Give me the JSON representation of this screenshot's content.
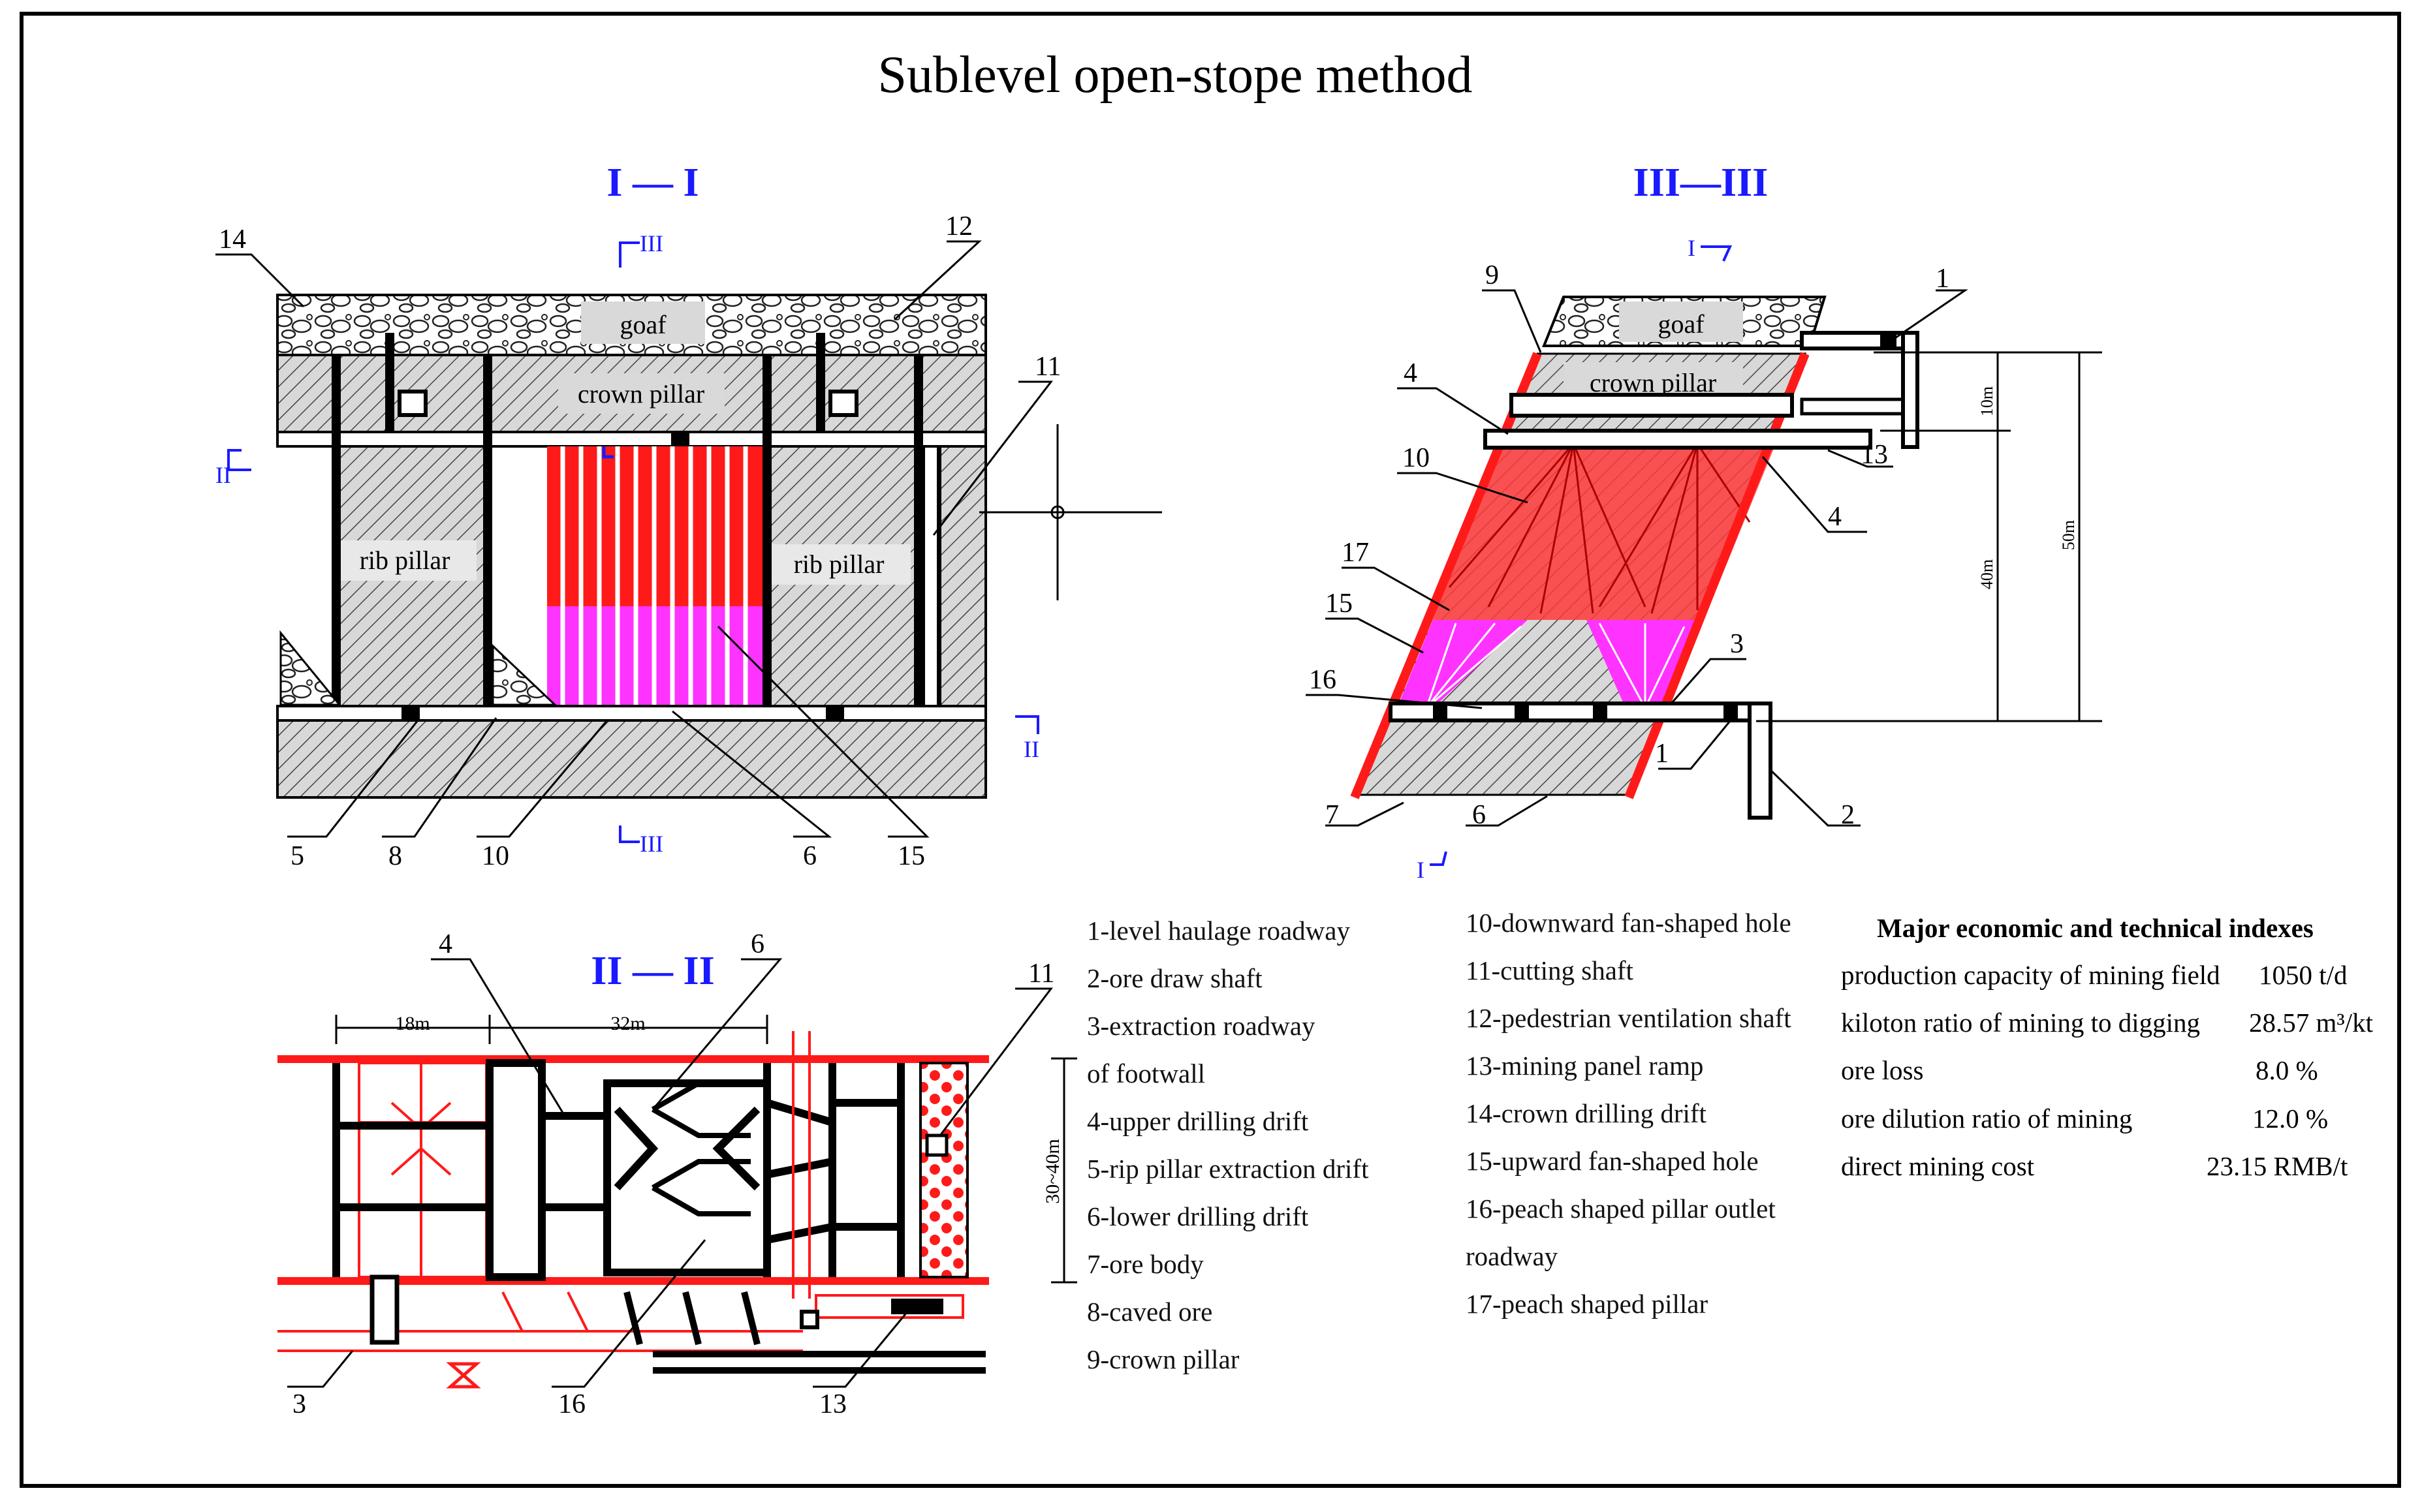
{
  "title": "Sublevel open-stope method",
  "sections": {
    "s1": "I — I",
    "s2": "II — II",
    "s3": "III—III"
  },
  "markers": {
    "m_III_top": "III",
    "m_III_bot": "III",
    "m_II_left": "II",
    "m_II_right": "II",
    "m_I_top": "I",
    "m_I_bot": "I"
  },
  "labels": {
    "goaf": "goaf",
    "crown_pillar": "crown pillar",
    "rib_pillar": "rib pillar"
  },
  "dimensions": {
    "d18": "18m",
    "d32": "32m",
    "d3040": "30~40m",
    "d10": "10m",
    "d40": "40m",
    "d50": "50m"
  },
  "callouts": {
    "c14": "14",
    "c12": "12",
    "c11a": "11",
    "c5": "5",
    "c8": "8",
    "c10a": "10",
    "c6a": "6",
    "c15a": "15",
    "c9": "9",
    "c1a": "1",
    "c4a": "4",
    "c10b": "10",
    "c13a": "13",
    "c4b": "4",
    "c17": "17",
    "c15b": "15",
    "c3a": "3",
    "c16a": "16",
    "c1b": "1",
    "c7": "7",
    "c6b": "6",
    "c2": "2",
    "c4c": "4",
    "c6c": "6",
    "c11b": "11",
    "c3b": "3",
    "c16b": "16",
    "c13b": "13"
  },
  "legend_left": [
    "1-level haulage roadway",
    "2-ore draw shaft",
    "3-extraction roadway",
    "of  footwall",
    "4-upper drilling drift",
    "5-rip pillar extraction drift",
    "6-lower drilling drift",
    "7-ore body",
    "8-caved ore",
    "9-crown pillar"
  ],
  "legend_right": [
    "10-downward fan-shaped hole",
    "11-cutting shaft",
    "12-pedestrian ventilation shaft",
    "13-mining panel ramp",
    "14-crown drilling drift",
    "15-upward fan-shaped hole",
    "16-peach shaped pillar outlet",
    "roadway",
    "17-peach shaped pillar"
  ],
  "indexes": {
    "heading": "Major economic and technical indexes",
    "rows": [
      {
        "label": "production capacity of mining field",
        "value": "1050 t/d"
      },
      {
        "label": "kiloton ratio of mining to digging",
        "value": "28.57 m³/kt"
      },
      {
        "label": "ore loss",
        "value": "8.0 %"
      },
      {
        "label": "ore dilution ratio of mining",
        "value": "12.0 %"
      },
      {
        "label": "direct mining cost",
        "value": "23.15 RMB/t"
      }
    ]
  },
  "colors": {
    "red": "#ff1a1a",
    "magenta": "#ff33ff",
    "blue": "#1a1aff",
    "hatch": "#555555"
  }
}
